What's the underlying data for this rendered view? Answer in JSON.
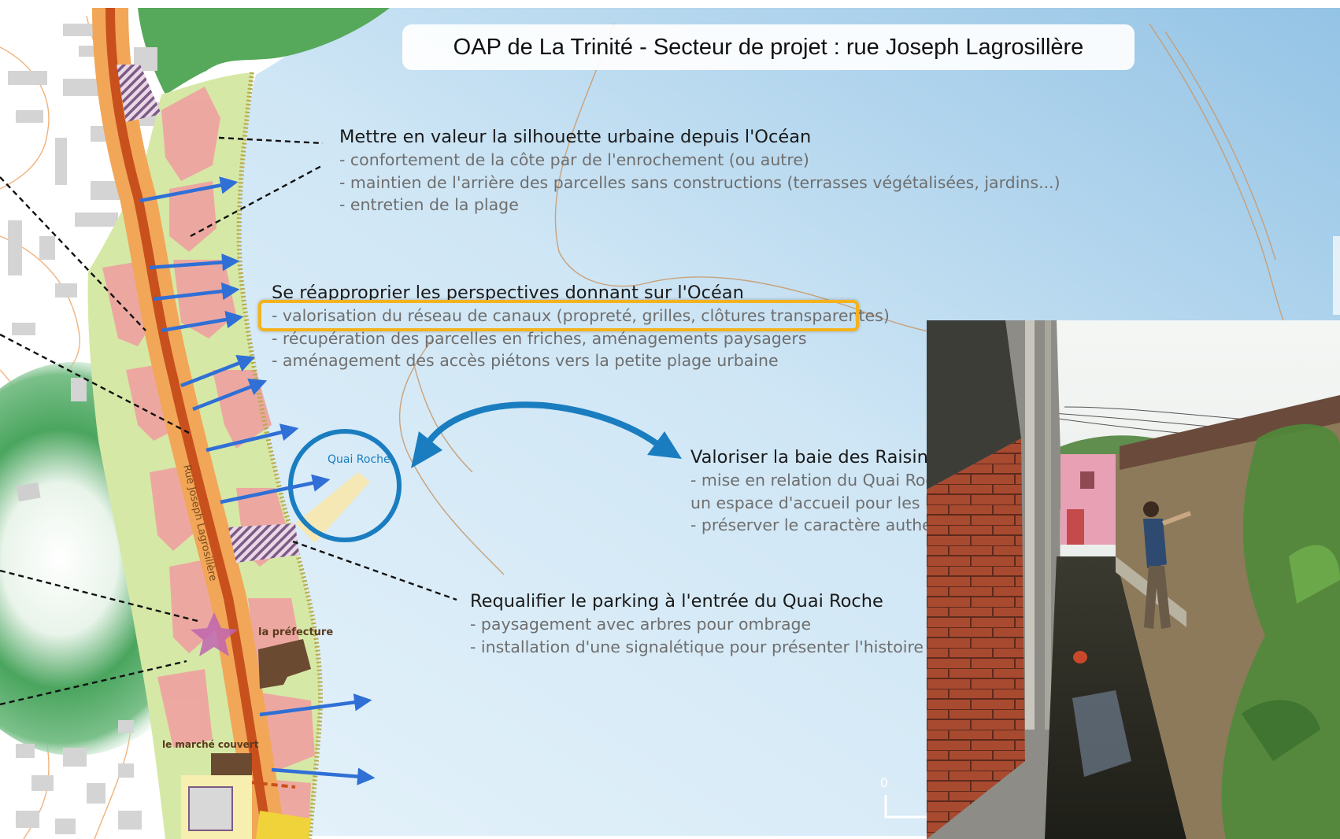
{
  "title": "OAP de La Trinité - Secteur de projet : rue Joseph Lagrosillère",
  "blocks": [
    {
      "heading": "Mettre en valeur la silhouette urbaine depuis l'Océan",
      "items": [
        "- confortement de la côte par de l'enrochement (ou autre)",
        "- maintien de l'arrière des parcelles sans constructions (terrasses végétalisées, jardins...)",
        "- entretien de la plage"
      ]
    },
    {
      "heading": "Se réapproprier les perspectives donnant sur l'Océan",
      "items": [
        "- valorisation du réseau de canaux (propreté, grilles, clôtures transparentes)",
        "- récupération des parcelles en friches, aménagements paysagers",
        "- aménagement des accès piétons vers la petite plage urbaine"
      ]
    },
    {
      "heading": "Valoriser la baie des Raisinie",
      "items": [
        "- mise en relation du Quai Roch",
        "un espace d'accueil pour les ka",
        "- préserver le caractère authen"
      ]
    },
    {
      "heading": "Requalifier le parking à l'entrée du Quai Roche",
      "items": [
        "- paysagement avec arbres pour ombrage",
        "- installation d'une signalétique pour présenter l'histoire de"
      ]
    }
  ],
  "map_labels": {
    "quai_roche": "Quai Roche",
    "street": "Rue Joseph Lagrosillère",
    "prefecture": "la préfecture",
    "marche": "le marché couvert",
    "scale_zero": "0"
  },
  "colors": {
    "sea_light": "#e6f3fb",
    "sea_dark": "#8fc0e3",
    "road": "#c8501c",
    "road_buffer": "#f2a658",
    "green_zone": "#d4e7a2",
    "buildings": "#eea5a0",
    "arrow": "#2f6fd6",
    "highlight": "#f4b21c",
    "forest": "#2f8f46"
  }
}
